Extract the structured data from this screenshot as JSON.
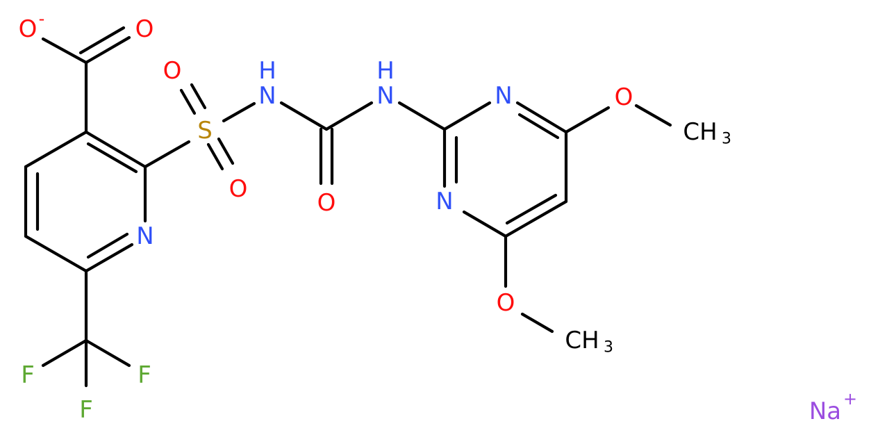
{
  "molecule": {
    "colors": {
      "bond": "#000000",
      "oxygen": "#ff0d0d",
      "nitrogen": "#3050f8",
      "sulfur": "#b8860b",
      "fluorine": "#5da832",
      "carbon": "#000000",
      "sodium": "#9b4de0"
    },
    "labels": {
      "o_minus": "O",
      "o_minus_charge": "-",
      "o_carbonyl": "O",
      "sulfur": "S",
      "so_top": "O",
      "so_bottom": "O",
      "nh1_n": "N",
      "nh1_h": "H",
      "nh2_n": "N",
      "nh2_h": "H",
      "urea_o": "O",
      "pyridine_n": "N",
      "pyr_n_top": "N",
      "pyr_n_bottom": "N",
      "ome1_o": "O",
      "ome1_c": "CH",
      "ome1_sub": "3",
      "ome2_o": "O",
      "ome2_c": "CH",
      "ome2_sub": "3",
      "f1": "F",
      "f2": "F",
      "f3": "F",
      "na": "Na",
      "na_charge": "+"
    }
  }
}
